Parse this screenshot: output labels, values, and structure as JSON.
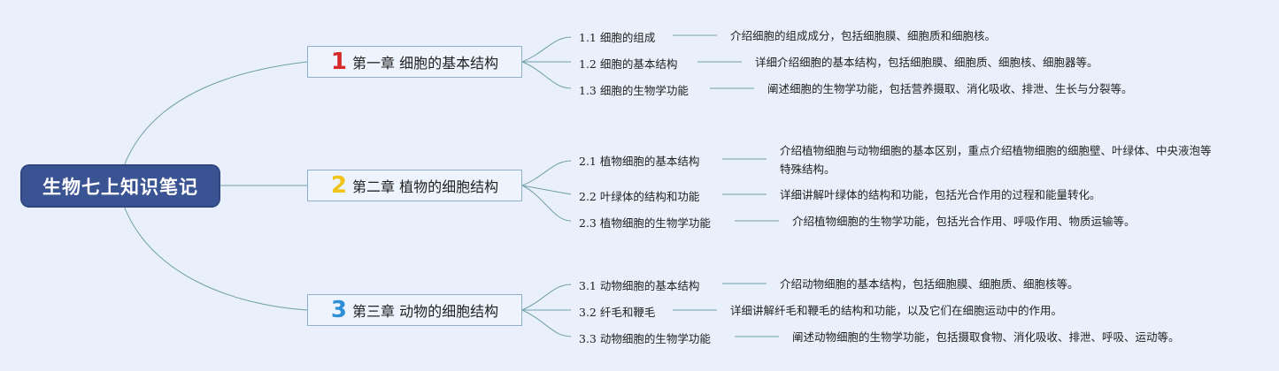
{
  "root": {
    "label": "生物七上知识笔记"
  },
  "chapters": [
    {
      "num": "1",
      "num_color": "#d62a2a",
      "title": "第一章 细胞的基本结构",
      "sections": [
        {
          "label": "1.1 细胞的组成",
          "desc": "介绍细胞的组成成分，包括细胞膜、细胞质和细胞核。"
        },
        {
          "label": "1.2 细胞的基本结构",
          "desc": "详细介绍细胞的基本结构，包括细胞膜、细胞质、细胞核、细胞器等。"
        },
        {
          "label": "1.3 细胞的生物学功能",
          "desc": "阐述细胞的生物学功能，包括营养摄取、消化吸收、排泄、生长与分裂等。"
        }
      ]
    },
    {
      "num": "2",
      "num_color": "#f0c419",
      "title": "第二章 植物的细胞结构",
      "sections": [
        {
          "label": "2.1 植物细胞的基本结构",
          "desc": "介绍植物细胞与动物细胞的基本区别，重点介绍植物细胞的细胞壁、叶绿体、中央液泡等特殊结构。"
        },
        {
          "label": "2.2 叶绿体的结构和功能",
          "desc": "详细讲解叶绿体的结构和功能，包括光合作用的过程和能量转化。"
        },
        {
          "label": "2.3 植物细胞的生物学功能",
          "desc": "介绍植物细胞的生物学功能，包括光合作用、呼吸作用、物质运输等。"
        }
      ]
    },
    {
      "num": "3",
      "num_color": "#2e8fd6",
      "title": "第三章 动物的细胞结构",
      "sections": [
        {
          "label": "3.1 动物细胞的基本结构",
          "desc": "介绍动物细胞的基本结构，包括细胞膜、细胞质、细胞核等。"
        },
        {
          "label": "3.2 纤毛和鞭毛",
          "desc": "详细讲解纤毛和鞭毛的结构和功能，以及它们在细胞运动中的作用。"
        },
        {
          "label": "3.3 动物细胞的生物学功能",
          "desc": "阐述动物细胞的生物学功能，包括摄取食物、消化吸收、排泄、呼吸、运动等。"
        }
      ]
    }
  ]
}
